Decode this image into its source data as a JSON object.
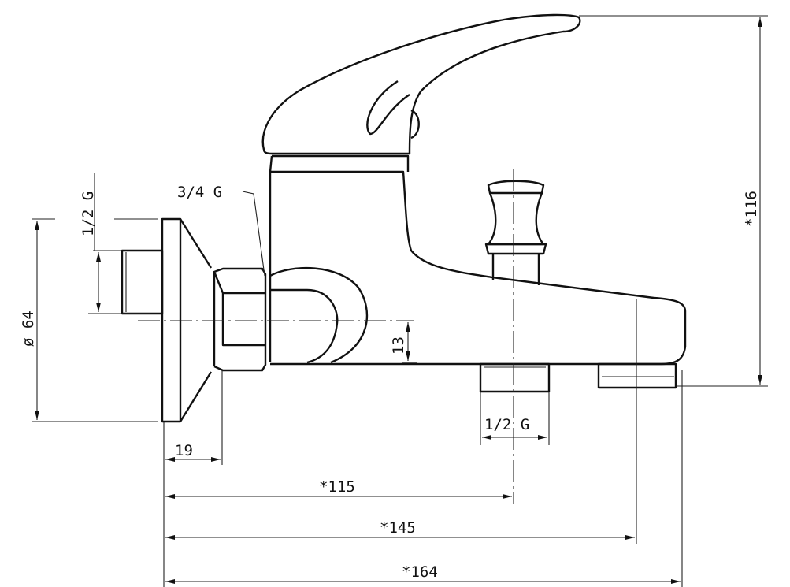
{
  "drawing": {
    "title_hidden": "",
    "dimensions": {
      "inlet_thread": "1/2 G",
      "body_thread": "3/4 G",
      "flange_diameter": "ø 64",
      "offset": "13",
      "flange_depth": "19",
      "diverter_distance": "*115",
      "aerator_distance": "*145",
      "overall_length": "*164",
      "outlet_thread": "1/2 G",
      "overall_height": "*116"
    }
  }
}
